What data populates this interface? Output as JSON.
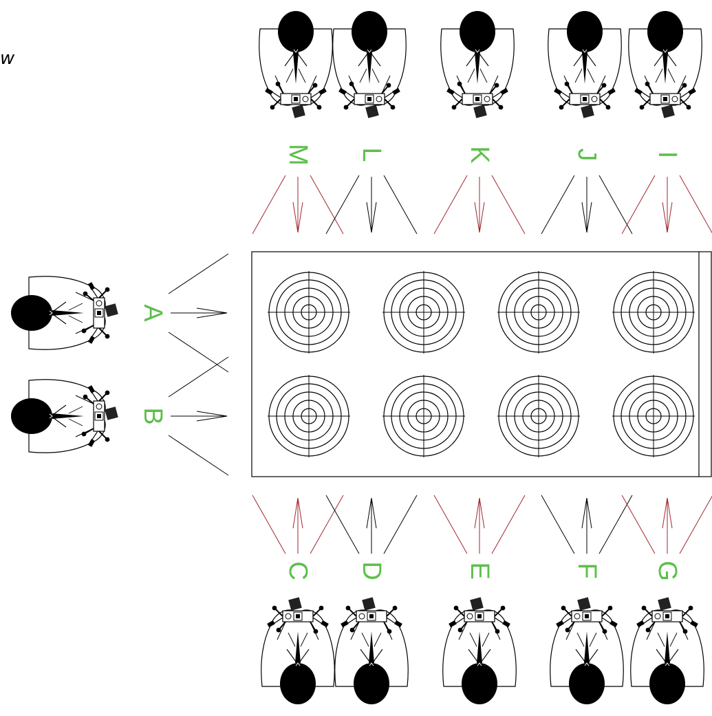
{
  "corner_label": "w",
  "colors": {
    "label_green": "#5cbf4a",
    "red_ray": "#a0262e",
    "black_ray": "#000000",
    "board_stroke": "#000000"
  },
  "board": {
    "targets_per_row": 4,
    "rows": 2,
    "target_rings": 5
  },
  "operators": {
    "left": [
      {
        "label": "A",
        "arrow_color": "black_ray"
      },
      {
        "label": "B",
        "arrow_color": "black_ray"
      }
    ],
    "top": [
      {
        "label": "M",
        "arrow_color": "red_ray"
      },
      {
        "label": "L",
        "arrow_color": "black_ray"
      },
      {
        "label": "K",
        "arrow_color": "red_ray"
      },
      {
        "label": "J",
        "arrow_color": "black_ray"
      },
      {
        "label": "I",
        "arrow_color": "red_ray"
      }
    ],
    "bottom": [
      {
        "label": "C",
        "arrow_color": "red_ray"
      },
      {
        "label": "D",
        "arrow_color": "black_ray"
      },
      {
        "label": "E",
        "arrow_color": "red_ray"
      },
      {
        "label": "F",
        "arrow_color": "black_ray"
      },
      {
        "label": "G",
        "arrow_color": "red_ray"
      }
    ]
  },
  "person_icon": "photographer-with-camera-topdown-icon",
  "target_icon": "concentric-target-icon"
}
